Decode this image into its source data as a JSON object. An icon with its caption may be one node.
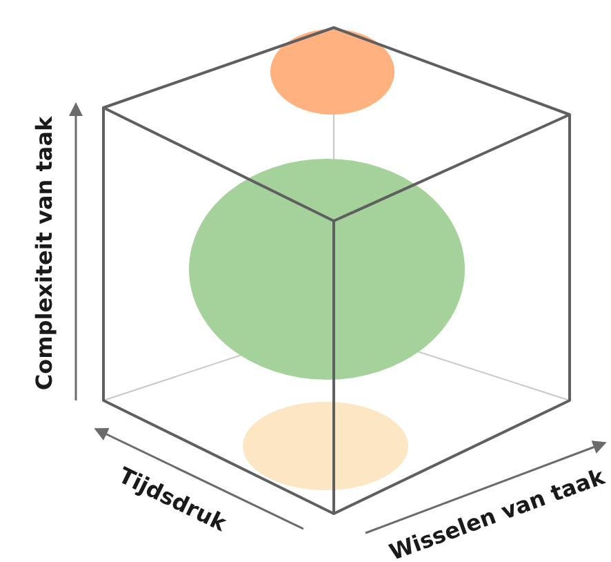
{
  "diagram": {
    "labels": [
      "Complexiteit van taak",
      "Tijdsdruk",
      "Wisselen van taak"
    ]
  }
}
